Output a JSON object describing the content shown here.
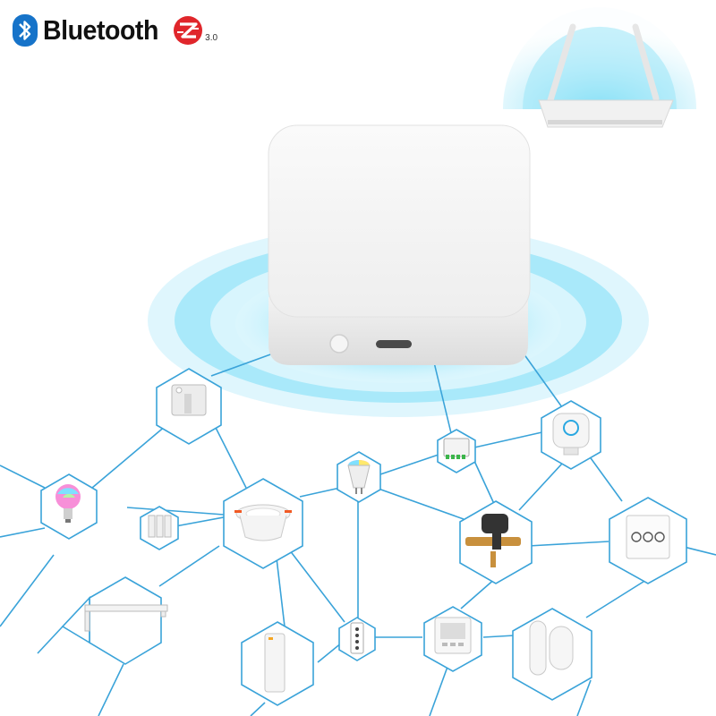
{
  "branding": {
    "bluetooth_label": "Bluetooth",
    "zigbee_version": "3.0"
  },
  "colors": {
    "network_line": "#3aa3d9",
    "signal_glow": "#2ec8f0",
    "device_body": "#f4f4f4",
    "bluetooth_blue": "#1673c9",
    "zigbee_red": "#e0262b"
  },
  "devices": [
    {
      "name": "smart-curtain-motor",
      "icon": "motor-icon"
    },
    {
      "name": "smart-bulb",
      "icon": "bulb-icon"
    },
    {
      "name": "wall-switch-triple",
      "icon": "switch-icon"
    },
    {
      "name": "led-downlight",
      "icon": "downlight-icon"
    },
    {
      "name": "gu10-spotlight",
      "icon": "spotlight-icon"
    },
    {
      "name": "relay-module",
      "icon": "relay-icon"
    },
    {
      "name": "smart-plug",
      "icon": "plug-icon"
    },
    {
      "name": "touch-panel-switch",
      "icon": "touch-panel-icon"
    },
    {
      "name": "water-valve-controller",
      "icon": "valve-icon"
    },
    {
      "name": "curtain-track",
      "icon": "track-icon"
    },
    {
      "name": "door-window-sensor-tall",
      "icon": "sensor-icon"
    },
    {
      "name": "remote-control",
      "icon": "remote-icon"
    },
    {
      "name": "thermostat",
      "icon": "thermostat-icon"
    },
    {
      "name": "door-contact-sensor",
      "icon": "contact-sensor-icon"
    }
  ]
}
